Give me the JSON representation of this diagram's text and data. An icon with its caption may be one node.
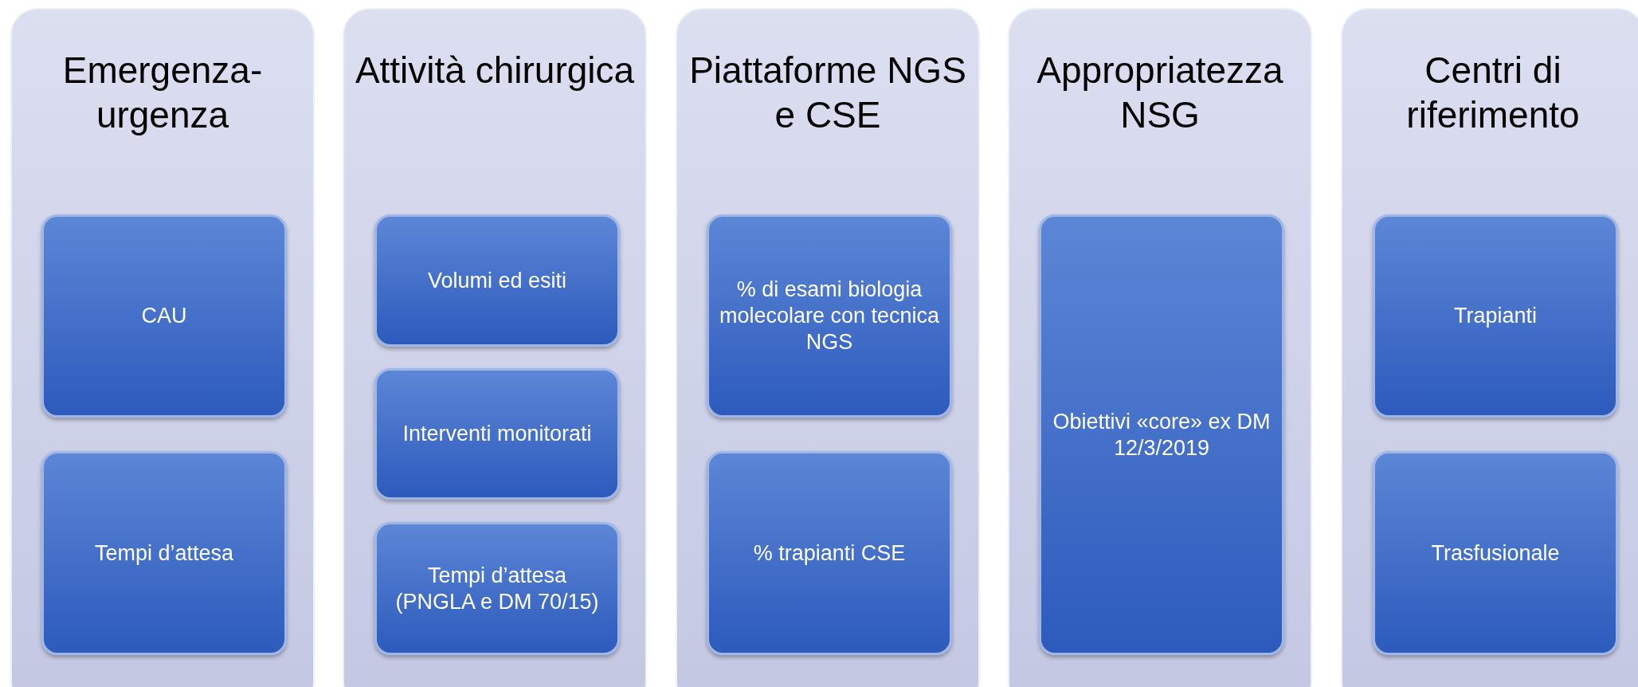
{
  "diagram": {
    "nodes": [
      {
        "text": [
          "Emergenza-urgenza"
        ]
      },
      {
        "text": [
          "CAU"
        ],
        "in": 0
      },
      {
        "text": [
          "Tempi d’attesa"
        ],
        "in": 0
      },
      {
        "text": [
          "Attività chirurgica"
        ]
      },
      {
        "text": [
          "Volumi ed esiti"
        ],
        "in": 3
      },
      {
        "text": [
          "Interventi monitorati"
        ],
        "in": 3
      },
      {
        "text": [
          "Tempi d’attesa (PNGLA e DM 70/15)"
        ],
        "in": 3
      },
      {
        "text": [
          "Piattaforme NGS e CSE"
        ]
      },
      {
        "text": [
          "% di esami biologia molecolare con tecnica NGS"
        ],
        "in": 7
      },
      {
        "text": [
          "% trapianti CSE"
        ],
        "in": 7
      },
      {
        "text": [
          "Appropriatezza NSG"
        ]
      },
      {
        "text": [
          "Obiettivi «core» ex DM 12/3/2019"
        ],
        "in": 10
      },
      {
        "text": [
          "Centri di riferimento"
        ]
      },
      {
        "text": [
          "Trapianti"
        ],
        "in": 12
      },
      {
        "text": [
          "Trasfusionale"
        ],
        "in": 12
      }
    ]
  }
}
